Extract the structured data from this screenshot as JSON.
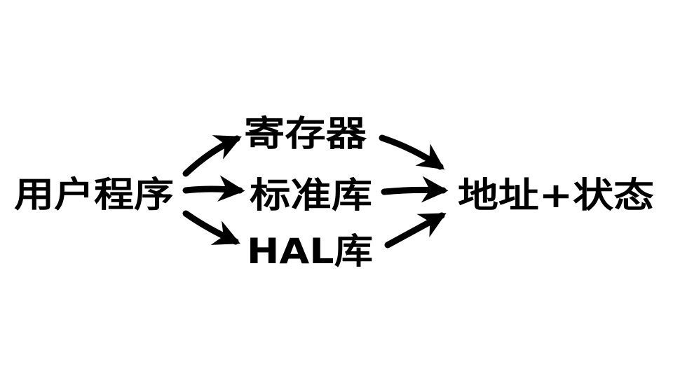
{
  "diagram": {
    "source": "用户程序",
    "middle": [
      "寄存器",
      "标准库",
      "HAL库"
    ],
    "target": "地址+状态"
  },
  "colors": {
    "background": "#ffffff",
    "ink": "#000000"
  }
}
